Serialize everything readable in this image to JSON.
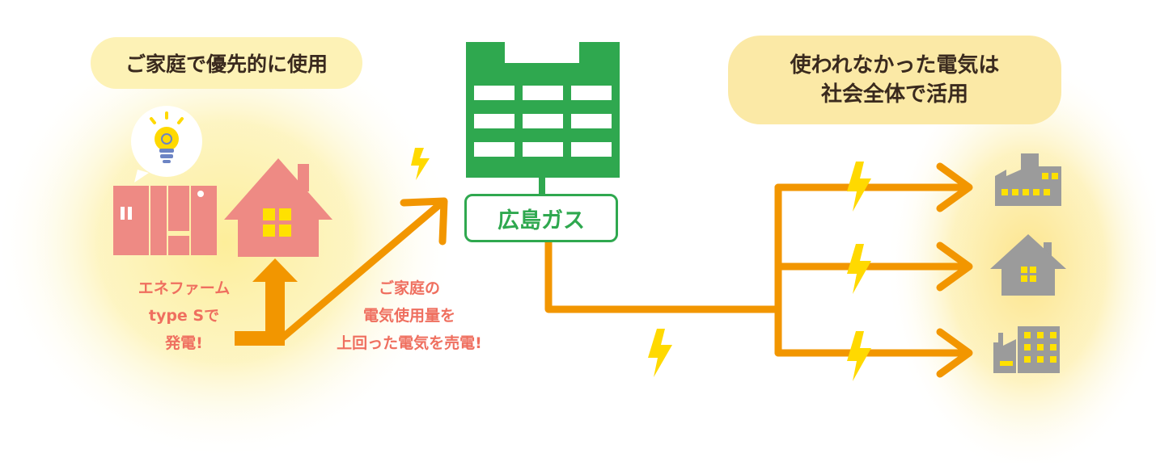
{
  "labels": {
    "home_priority": "ご家庭で優先的に使用",
    "surplus_line1": "使われなかった電気は",
    "surplus_line2": "社会全体で活用",
    "enefarm_line1": "エネファーム",
    "enefarm_line2": "type Sで",
    "enefarm_line3": "発電!",
    "sell_line1": "ご家庭の",
    "sell_line2": "電気使用量を",
    "sell_line3": "上回った電気を売電!",
    "brand": "広島ガス"
  },
  "colors": {
    "orange_line": "#f29600",
    "green": "#2fa84f",
    "house_pink": "#ee8a84",
    "window_yellow": "#ffe100",
    "bolt_yellow": "#ffd900",
    "gray_building": "#9b9b9b",
    "glow": "#fdf3b0",
    "label_red": "#ef6f5f"
  },
  "icons": [
    "lightbulb-icon",
    "fuel-cell-unit-icon",
    "house-icon",
    "power-plant-icon",
    "lightning-bolt-icon",
    "factory-icon",
    "gray-house-icon",
    "office-building-icon"
  ]
}
